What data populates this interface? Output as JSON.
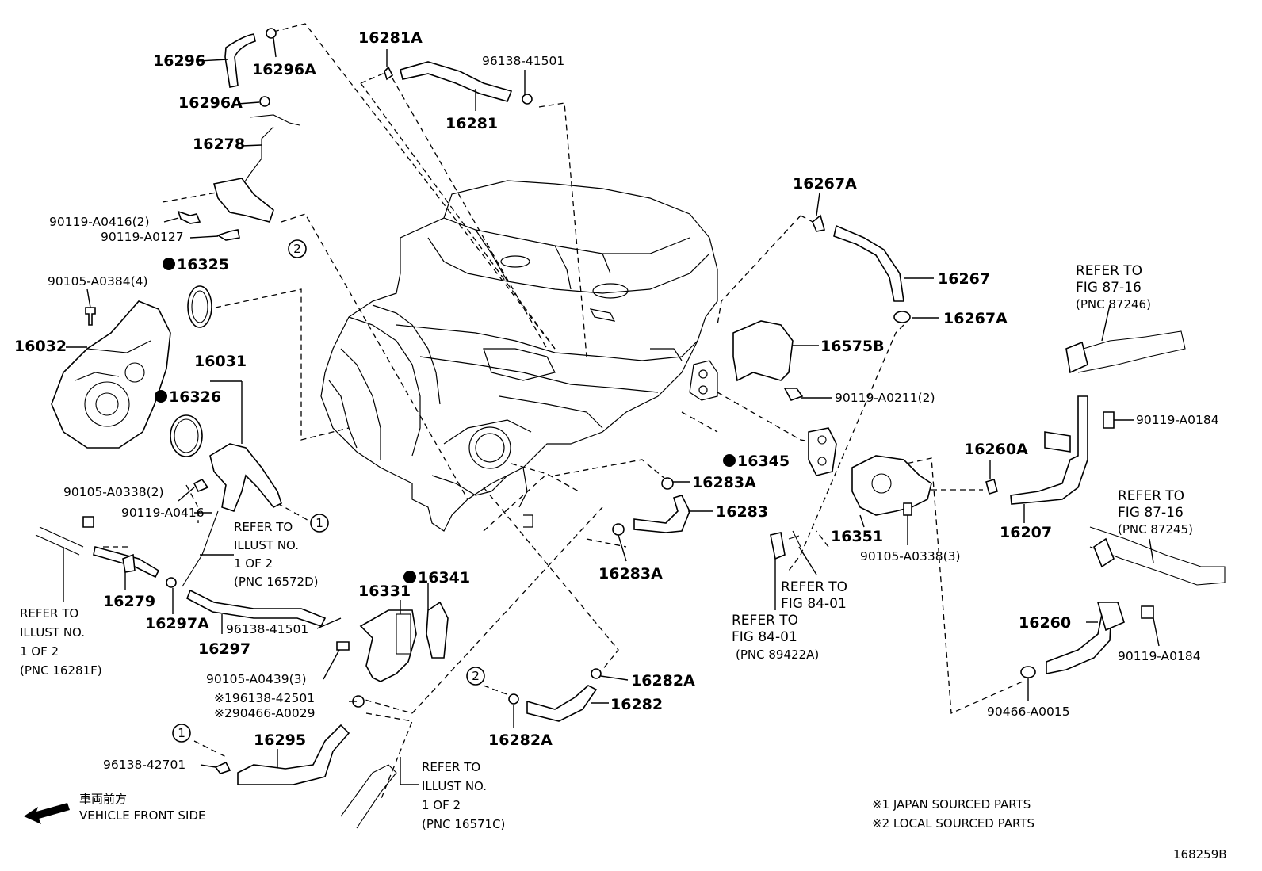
{
  "parts": {
    "p16296": "16296",
    "p16296A_top": "16296A",
    "p16296A_mid": "16296A",
    "p16278": "16278",
    "p90119_A0416_2": "90119-A0416(2)",
    "p90119_A0127": "90119-A0127",
    "p16325": "16325",
    "p90105_A0384_4": "90105-A0384(4)",
    "p16032": "16032",
    "p16031": "16031",
    "p16326": "16326",
    "p90105_A0338_2": "90105-A0338(2)",
    "p90119_A0416": "90119-A0416",
    "p16279": "16279",
    "p16297A": "16297A",
    "p16297": "16297",
    "p96138_41501_low": "96138-41501",
    "p16331": "16331",
    "p16341": "16341",
    "p90105_A0439_3": "90105-A0439(3)",
    "p96138_42501": "※196138-42501",
    "p90466_A0029": "※290466-A0029",
    "p16295": "16295",
    "p96138_42701": "96138-42701",
    "p16281A": "16281A",
    "p96138_41501_top": "96138-41501",
    "p16281": "16281",
    "p16267A_top": "16267A",
    "p16267": "16267",
    "p16267A_low": "16267A",
    "p16575B": "16575B",
    "p90119_A0211_2": "90119-A0211(2)",
    "p16345": "16345",
    "p16283A_top": "16283A",
    "p16283": "16283",
    "p16283A_low": "16283A",
    "p16351": "16351",
    "p90105_A0338_3": "90105-A0338(3)",
    "p16260A": "16260A",
    "p16207": "16207",
    "p90119_A0184_top": "90119-A0184",
    "p16260": "16260",
    "p90119_A0184_low": "90119-A0184",
    "p90466_A0015": "90466-A0015",
    "p16282A_top": "16282A",
    "p16282": "16282",
    "p16282A_low": "16282A"
  },
  "refs": {
    "illust_16572D": [
      "REFER TO",
      "ILLUST NO.",
      "1 OF 2",
      "(PNC 16572D)"
    ],
    "illust_16281F": [
      "REFER TO",
      "ILLUST NO.",
      "1 OF 2",
      "(PNC 16281F)"
    ],
    "illust_16571C": [
      "REFER TO",
      "ILLUST NO.",
      "1 OF 2",
      "(PNC 16571C)"
    ],
    "fig_87246": [
      "REFER TO",
      "FIG 87-16",
      "(PNC 87246)"
    ],
    "fig_87245": [
      "REFER TO",
      "FIG 87-16",
      "(PNC 87245)"
    ],
    "fig_84_01_a": [
      "REFER TO",
      "FIG 84-01"
    ],
    "fig_84_01_b": [
      "REFER TO",
      "FIG 84-01",
      "(PNC 89422A)"
    ]
  },
  "callouts": {
    "c1_right": "1",
    "c1_left": "1",
    "c2_top": "2",
    "c2_bottom": "2"
  },
  "legend": {
    "front_jp": "車両前方",
    "front_en": "VEHICLE FRONT SIDE",
    "note1": "※1 JAPAN SOURCED PARTS",
    "note2": "※2 LOCAL SOURCED PARTS"
  },
  "figure_id": "168259B"
}
